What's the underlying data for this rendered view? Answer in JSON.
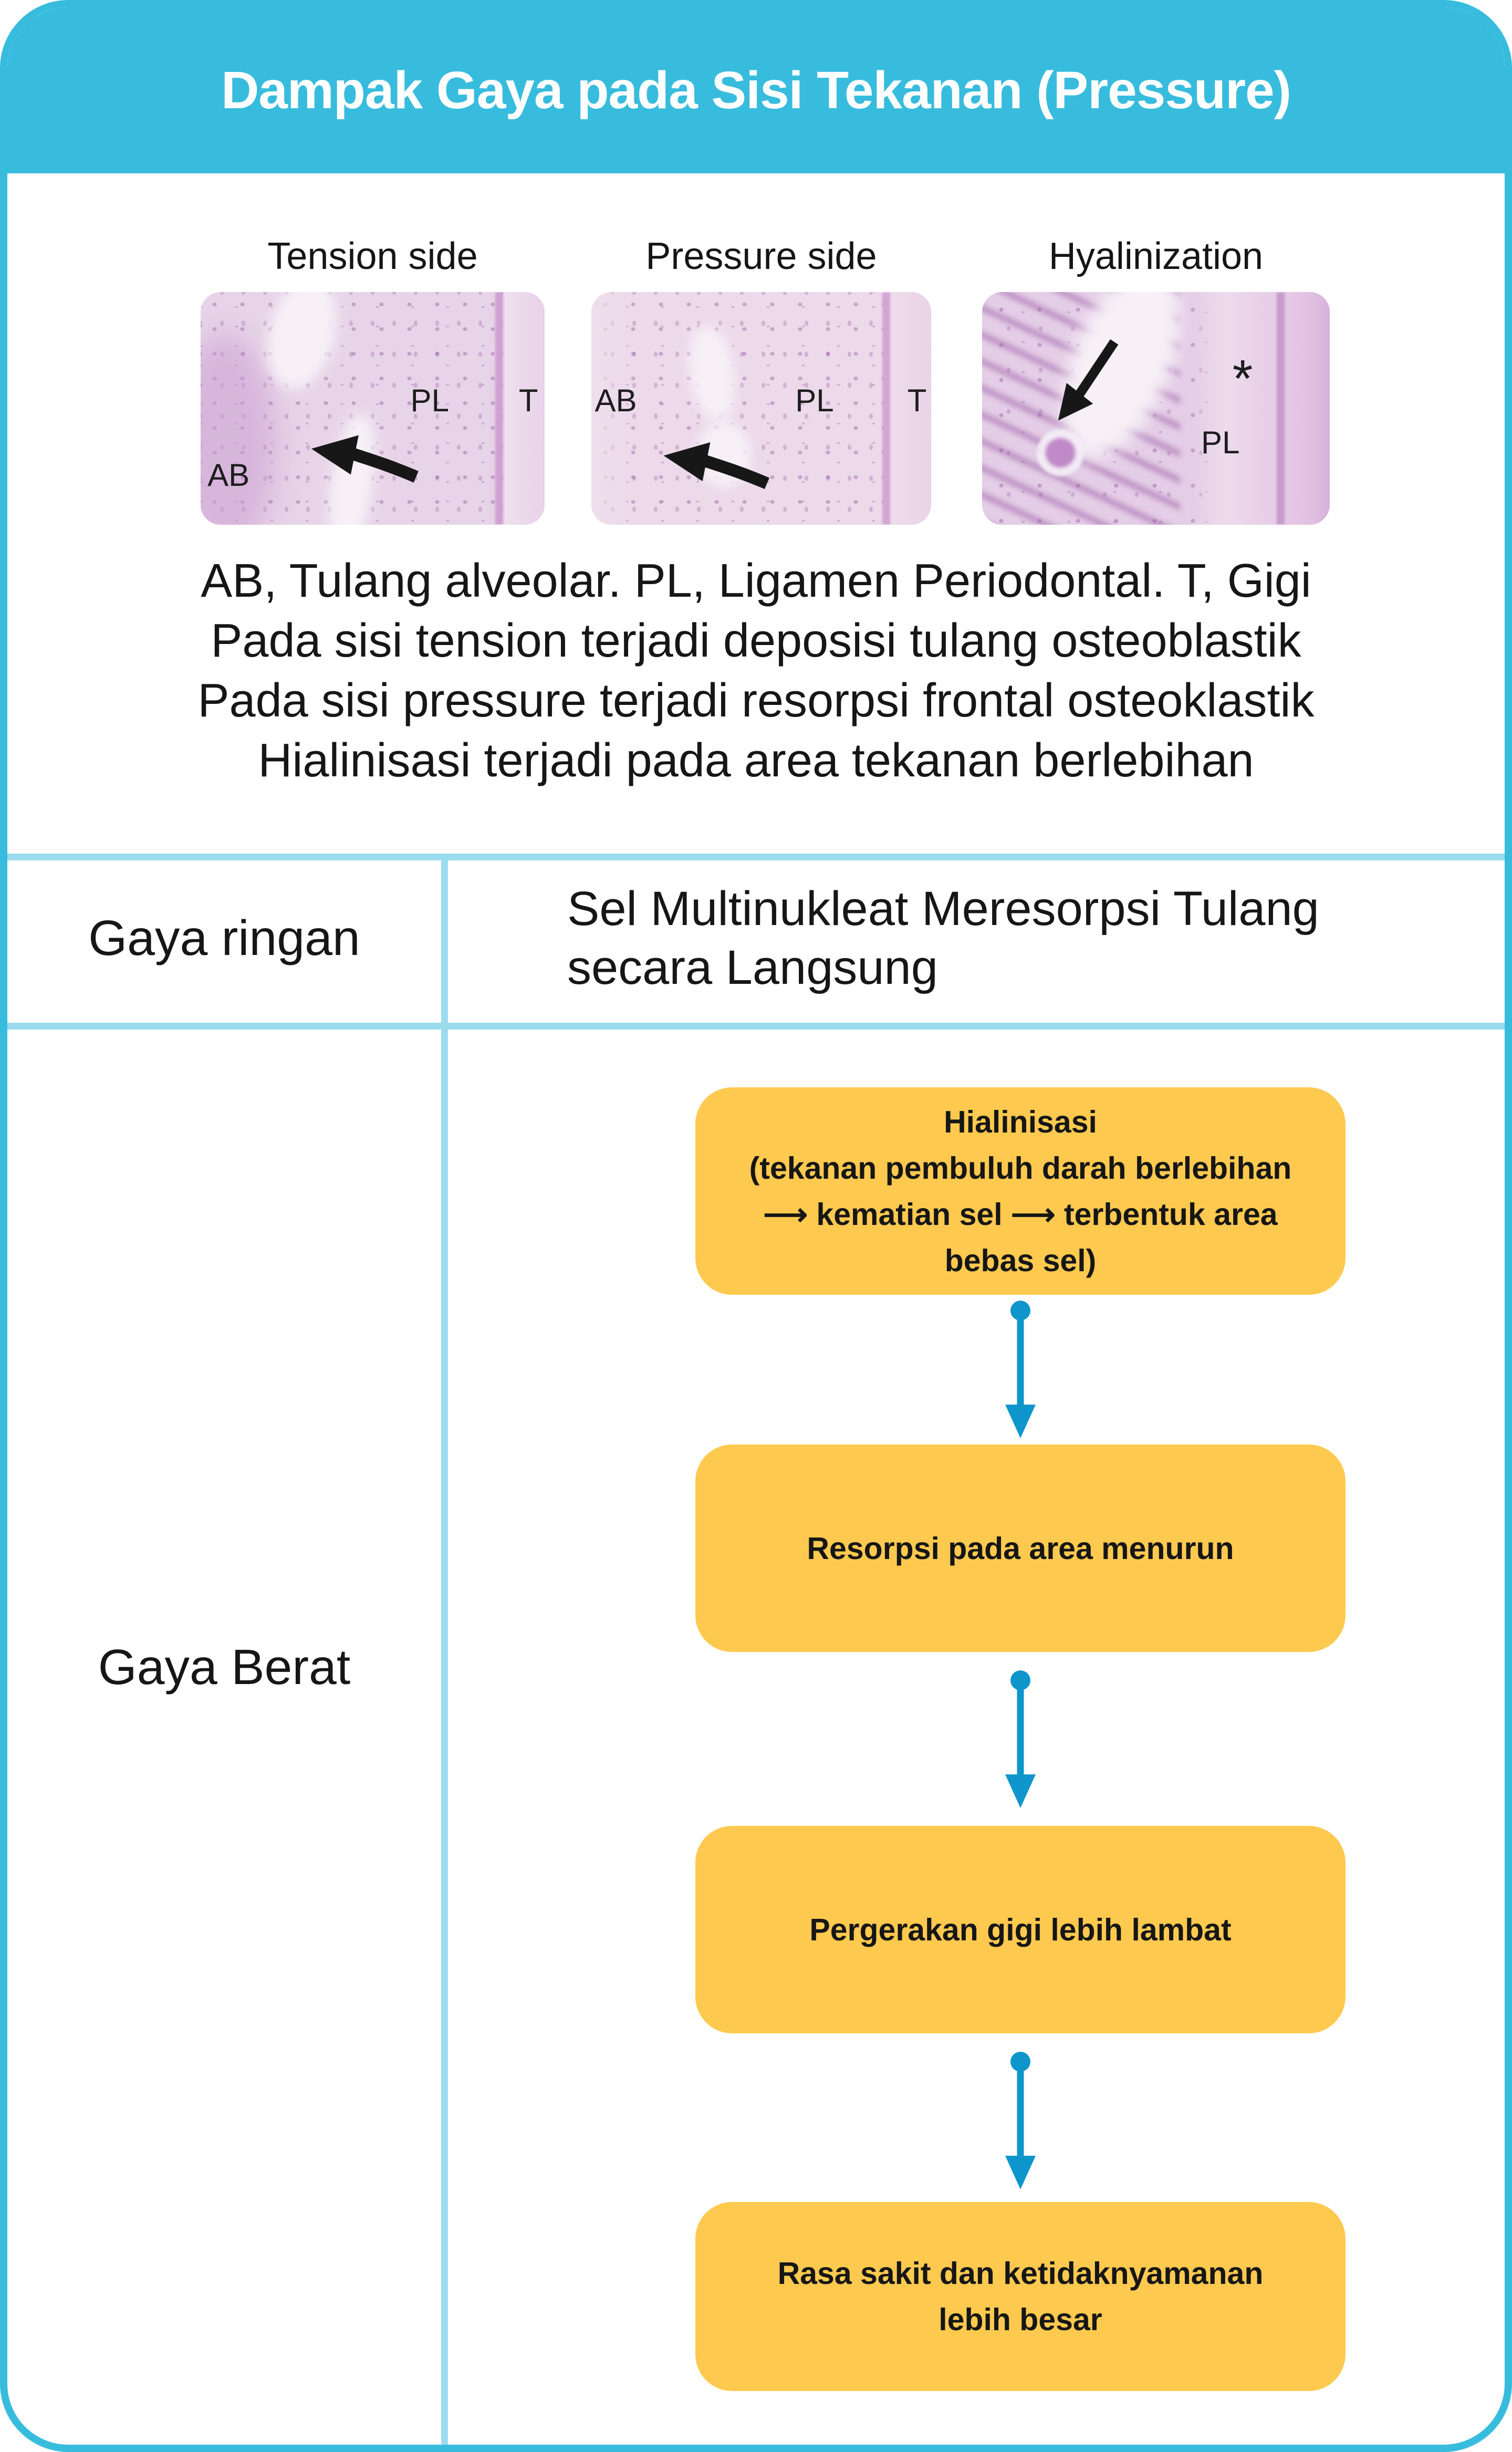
{
  "header": {
    "title": "Dampak Gaya pada Sisi Tekanan (Pressure)"
  },
  "panels": [
    {
      "label": "Tension side",
      "annotations": {
        "pl": "PL",
        "t": "T",
        "ab": "AB"
      }
    },
    {
      "label": "Pressure side",
      "annotations": {
        "ab": "AB",
        "pl": "PL",
        "t": "T"
      }
    },
    {
      "label": "Hyalinization",
      "annotations": {
        "asterisk": "*",
        "pl": "PL"
      }
    }
  ],
  "caption": {
    "lines": [
      "AB, Tulang alveolar. PL, Ligamen Periodontal. T, Gigi",
      "Pada sisi tension terjadi deposisi tulang osteoblastik",
      "Pada sisi pressure terjadi resorpsi frontal osteoklastik",
      "Hialinisasi terjadi pada area tekanan berlebihan"
    ]
  },
  "table": {
    "row1": {
      "label": "Gaya ringan",
      "content": "Sel Multinukleat Meresorpsi Tulang\nsecara Langsung"
    },
    "row2": {
      "label": "Gaya Berat"
    }
  },
  "flowchart": {
    "box1": "Hialinisasi\n(tekanan pembuluh darah berlebihan\n⟶ kematian sel ⟶ terbentuk area\nbebas sel)",
    "box2": "Resorpsi pada area menurun",
    "box3": "Pergerakan gigi lebih lambat",
    "box4": "Rasa sakit dan ketidaknyamanan\nlebih besar"
  },
  "colors": {
    "header_cyan": "#38bcde",
    "divider_cyan": "#9adcee",
    "arrow_blue": "#0e96cc",
    "box_yellow": "#fec94f"
  }
}
